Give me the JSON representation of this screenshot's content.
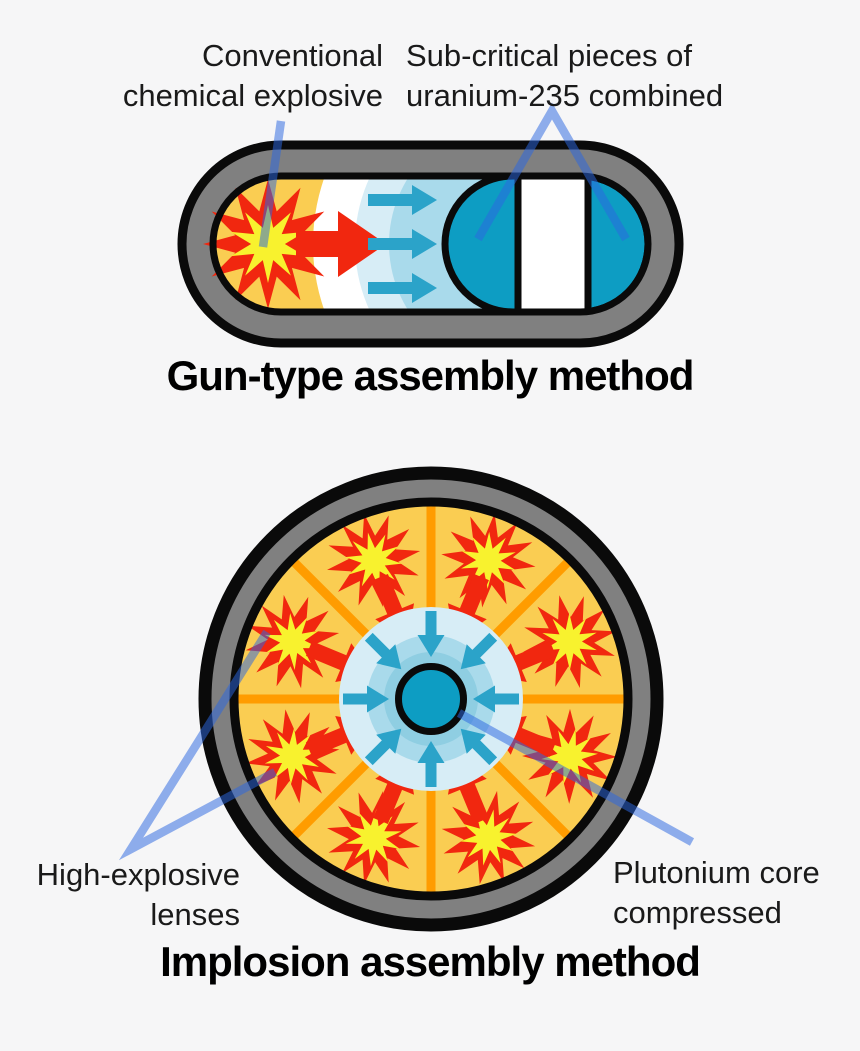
{
  "gun": {
    "label_explosive_line1": "Conventional",
    "label_explosive_line2": "chemical explosive",
    "label_uranium_line1": "Sub-critical pieces of",
    "label_uranium_line2": "uranium-235 combined",
    "caption": "Gun-type assembly method"
  },
  "implosion": {
    "label_lenses_line1": "High-explosive",
    "label_lenses_line2": "lenses",
    "label_core_line1": "Plutonium core",
    "label_core_line2": "compressed",
    "caption": "Implosion assembly method"
  },
  "colors": {
    "background": "#f6f6f7",
    "casing_gray": "#808080",
    "outline_black": "#0a0a0a",
    "explosive_yellow": "#facd52",
    "lens_spoke_orange": "#ff9c00",
    "explosion_red": "#f1270f",
    "explosion_core_yellow": "#f8f22e",
    "shockwave_pale_blue": "#d7edf6",
    "shockwave_mid_blue": "#a9daeb",
    "shockwave_deep_blue": "#8fcee2",
    "compression_arrow_cyan": "#2ba3c9",
    "fissile_teal": "#0d9dc3",
    "pointer_line_blue": "#2d67e0"
  }
}
